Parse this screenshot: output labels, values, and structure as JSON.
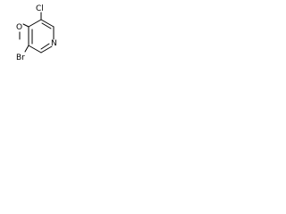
{
  "molecule": {
    "atoms": {
      "chlorine": "Cl",
      "oxygen": "O",
      "nitrogen": "N",
      "bromine": "Br"
    },
    "colors": {
      "background": "#ffffff",
      "ink": "#000000"
    }
  }
}
